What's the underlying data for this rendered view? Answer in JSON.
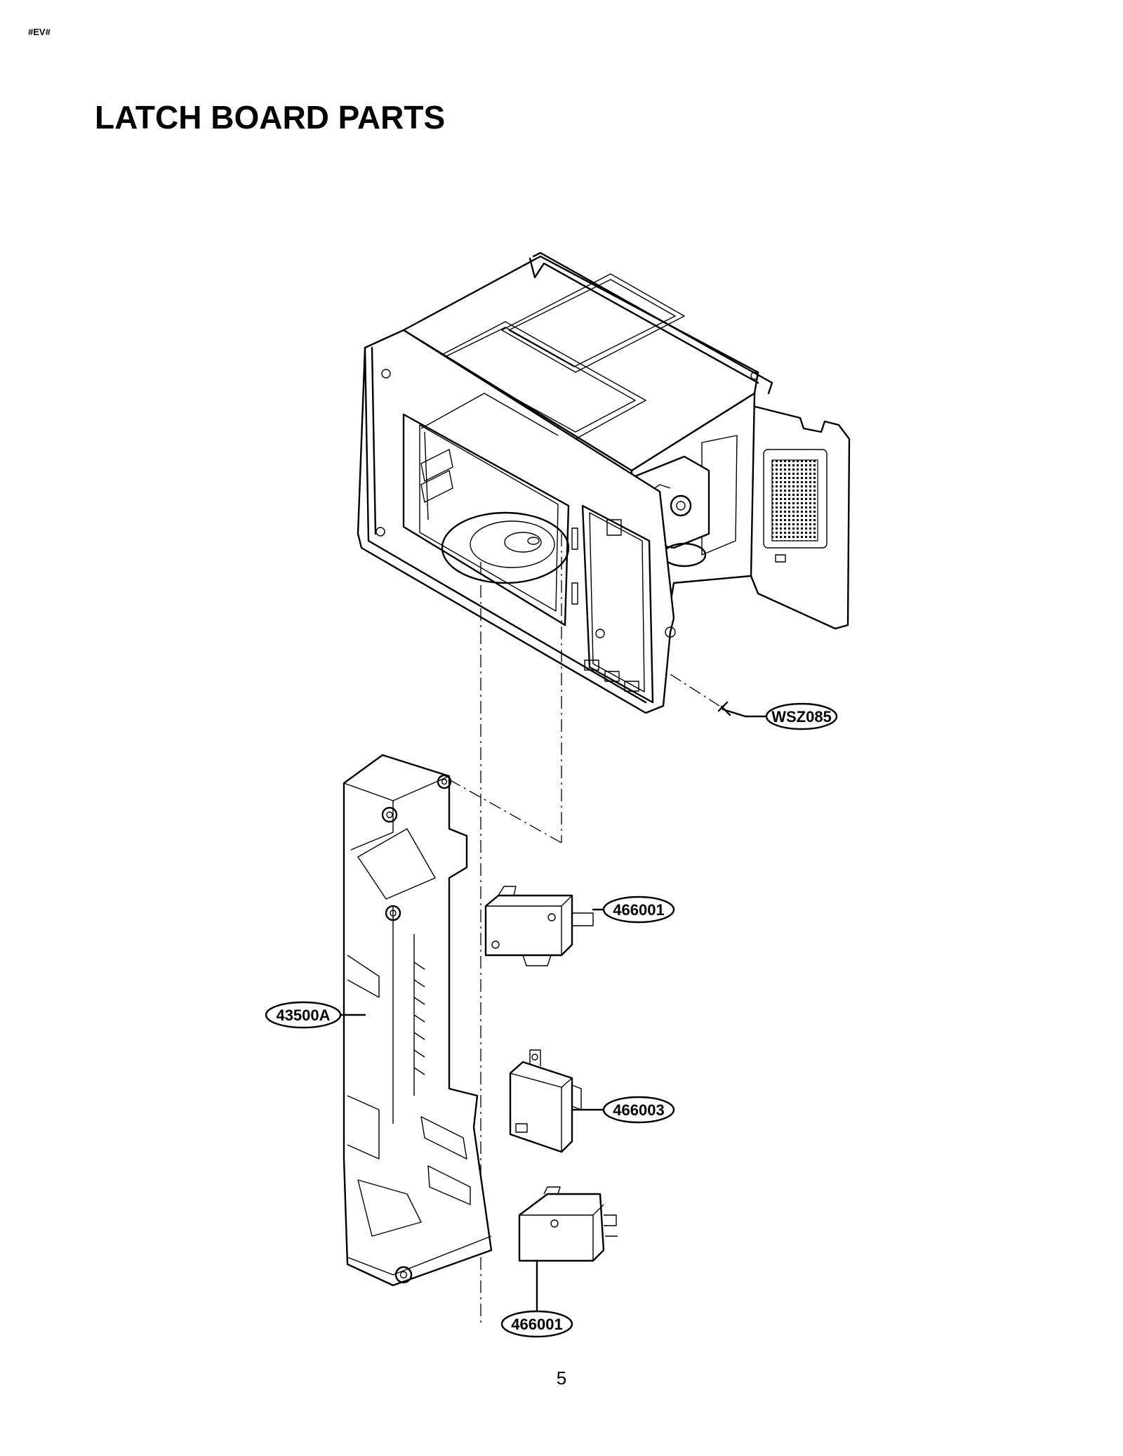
{
  "header": {
    "corner_code": "#EV#",
    "title": "LATCH BOARD PARTS"
  },
  "callouts": [
    {
      "id": "screw",
      "label": "WSZ085"
    },
    {
      "id": "switch-top",
      "label": "466001"
    },
    {
      "id": "latch-board",
      "label": "43500A"
    },
    {
      "id": "switch-middle",
      "label": "466003"
    },
    {
      "id": "switch-bottom",
      "label": "466001"
    }
  ],
  "footer": {
    "page_number": "5"
  }
}
